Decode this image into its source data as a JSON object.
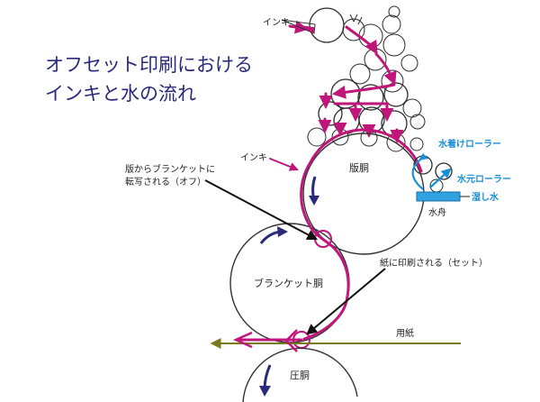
{
  "title": {
    "line1": "オフセット印刷における",
    "line2": "インキと水の流れ"
  },
  "labels": {
    "ink_top": "インキ",
    "ink_mid": "インキ",
    "plate_cylinder": "版胴",
    "blanket_cylinder": "ブランケット胴",
    "impression_cylinder": "圧胴",
    "dampening_form_roller": "水着けローラー",
    "water_fountain_roller": "水元ローラー",
    "dampening_water": "湿し水",
    "water_pan": "水舟",
    "paper": "用紙",
    "offset_note_line1": "版からブランケットに",
    "offset_note_line2": "転写される（オフ）",
    "set_note": "紙に印刷される（セット）"
  },
  "colors": {
    "magenta": "#c0157a",
    "navy": "#2a2a7a",
    "cyan": "#1a8fd6",
    "olive": "#7a7a1a",
    "pan_blue": "#2ea3e0",
    "black_arrow": "#111111"
  }
}
